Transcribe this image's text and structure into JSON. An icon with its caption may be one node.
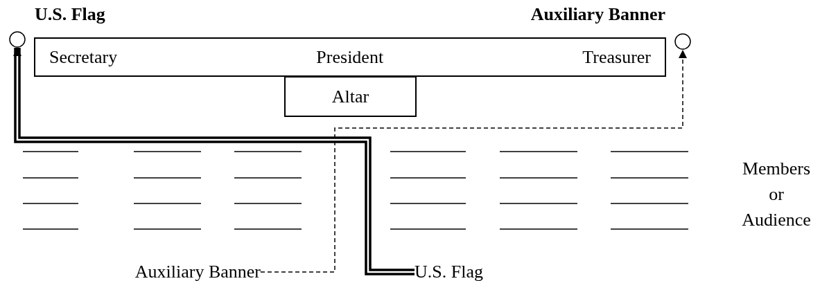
{
  "diagram": {
    "nodes": [
      {
        "text": [
          "Secretary",
          "President",
          "Treasurer"
        ]
      },
      {
        "text": [
          "Altar"
        ]
      },
      {
        "text": [],
        "shape": "circle",
        "beside": [
          "U.S. Flag"
        ]
      },
      {
        "text": [],
        "shape": "circle",
        "beside": [
          "Auxiliary Banner"
        ]
      },
      {
        "text": [
          "U.S. Flag"
        ]
      },
      {
        "text": [
          "Auxiliary Banner"
        ]
      }
    ],
    "edges": [
      {
        "from": 4,
        "to": 2,
        "arrow": "to",
        "style": "thick"
      },
      {
        "from": 5,
        "to": 3,
        "arrow": "to",
        "style": "dashed"
      }
    ],
    "labels": [
      "Members or Audience"
    ]
  }
}
